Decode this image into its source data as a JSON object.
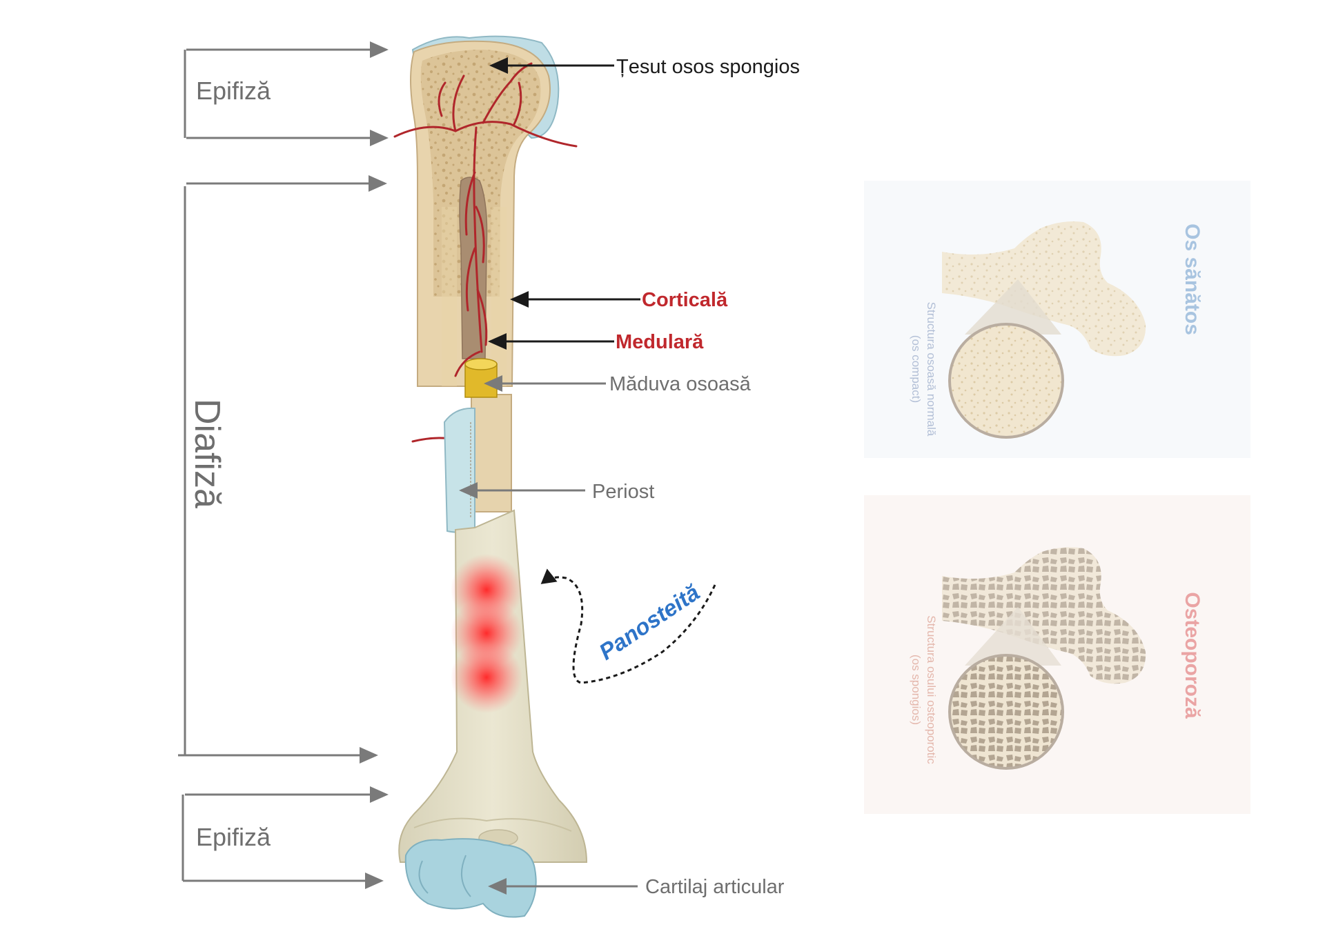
{
  "regions": {
    "epiphysis_top": "Epifiză",
    "diaphysis": "Diafiză",
    "epiphysis_bottom": "Epifiză"
  },
  "labels": {
    "spongy_tissue": "Țesut osos spongios",
    "cortical": "Corticală",
    "medullary": "Medulară",
    "bone_marrow": "Măduva osoasă",
    "periosteum": "Periost",
    "articular_cartilage": "Cartilaj articular",
    "panosteitis": "Panosteită"
  },
  "healthy_panel": {
    "title": "Os sănătos",
    "subtitle_line1": "Structura osoasă normală",
    "subtitle_line2": "(os compact)"
  },
  "osteoporosis_panel": {
    "title": "Osteoporoză",
    "subtitle_line1": "Structura osului osteoporotic",
    "subtitle_line2": "(os spongios)"
  },
  "colors": {
    "bone": "#e9d6b0",
    "spongy": "#d8bf92",
    "vessel": "#b0262b",
    "cartilage": "#a9d3de",
    "inflammation": "#ff3b3b",
    "arrow_dark": "#1a1a1a",
    "arrow_grey": "#7a7a7a",
    "healthy_title": "#a8c4e0",
    "osteo_title": "#eaa4a4"
  }
}
